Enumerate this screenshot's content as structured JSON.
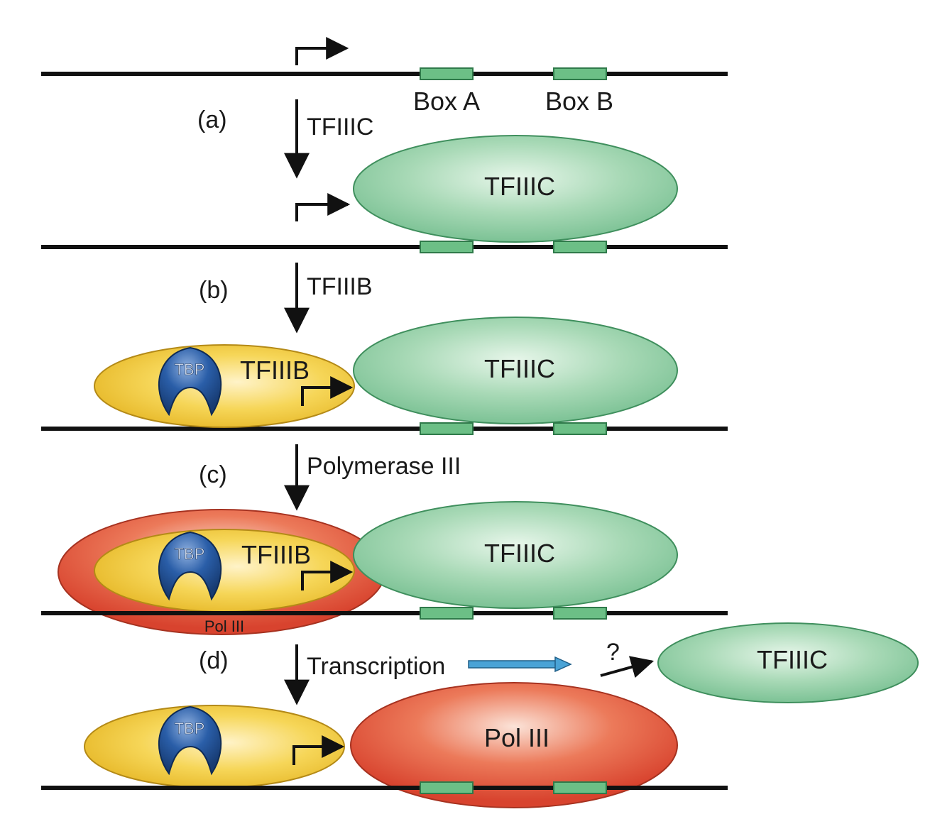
{
  "steps": {
    "a": {
      "label": "(a)",
      "factor": "TFIIIC"
    },
    "b": {
      "label": "(b)",
      "factor": "TFIIIB"
    },
    "c": {
      "label": "(c)",
      "factor": "Polymerase III"
    },
    "d": {
      "label": "(d)",
      "factor": "Transcription"
    }
  },
  "promoter": {
    "box_a": "Box A",
    "box_b": "Box B"
  },
  "proteins": {
    "tfiiic": "TFIIIC",
    "tfiiib": "TFIIIB",
    "tbp": "TBP",
    "pol3_small": "Pol III",
    "pol3": "Pol III",
    "released_tfiiic": "TFIIIC",
    "release_question": "?"
  },
  "colors": {
    "dna": "#111111",
    "box": "#6cbf86",
    "tfiiic": "#a8d9b6",
    "tfiiib": "#f3cf47",
    "tbp": "#1f4f94",
    "pol3": "#e0543a",
    "transcription_arrow": "#4aa3d6"
  }
}
